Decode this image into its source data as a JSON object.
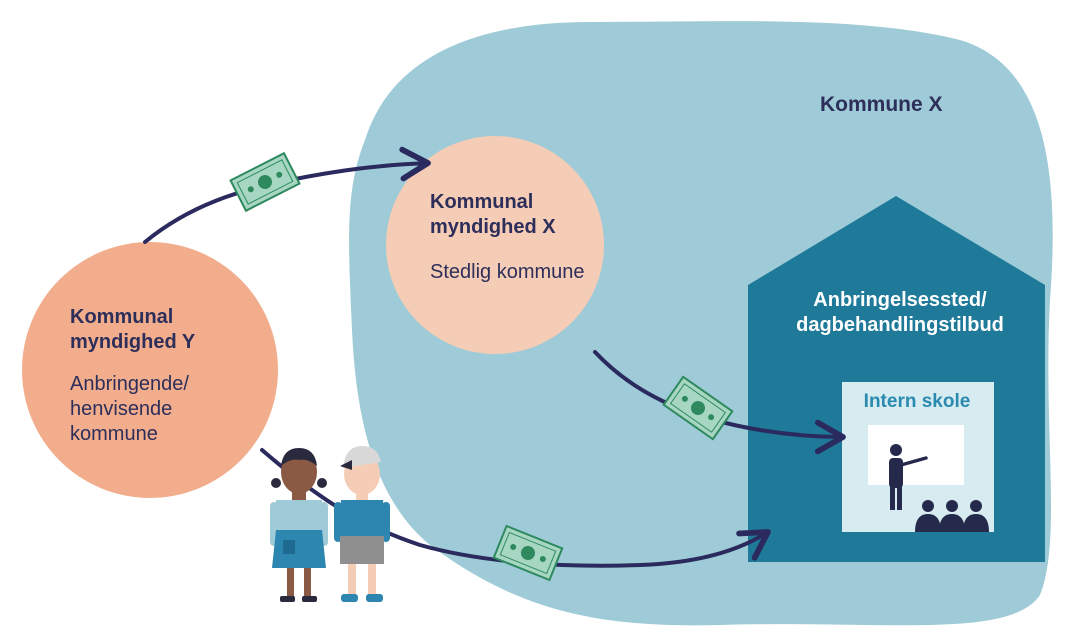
{
  "region": {
    "label": "Kommune X"
  },
  "authority_x": {
    "title": "Kommunal myndighed X",
    "subtitle": "Stedlig kommune"
  },
  "authority_y": {
    "title": "Kommunal myndighed Y",
    "subtitle": "Anbringende/ henvisende kommune"
  },
  "placement": {
    "label": "Anbringelsessted/ dagbehandlingstilbud"
  },
  "school": {
    "label": "Intern skole"
  },
  "colors": {
    "region": "#9ecbd7",
    "circle_x": "#f5ccb6",
    "circle_y": "#f2ad8c",
    "house": "#1f7a9a",
    "arrow": "#2a2a5e",
    "money": "#a7d7c2",
    "text_dark": "#2d2f5a",
    "school_label": "#2b8ab0"
  },
  "icons": [
    "money-icon",
    "arrow-icon",
    "teacher-icon",
    "students-icon",
    "children-icon"
  ]
}
